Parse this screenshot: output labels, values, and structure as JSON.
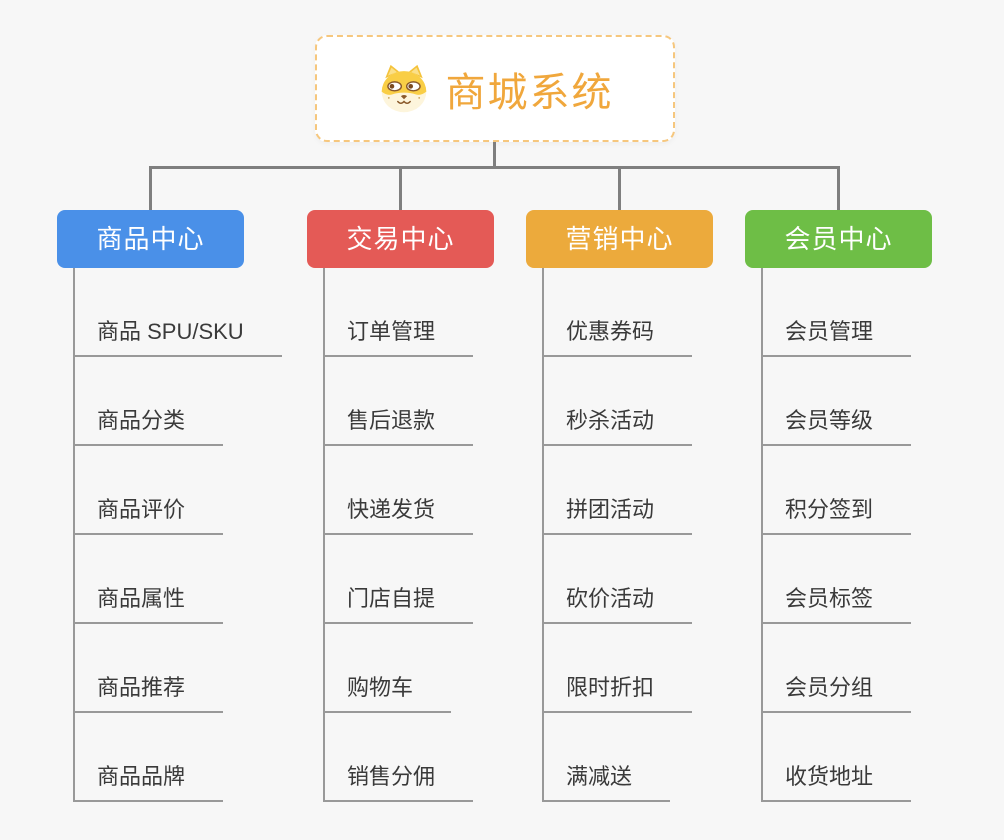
{
  "root": {
    "title": "商城系统",
    "icon": "shiba-dog-icon"
  },
  "branches": [
    {
      "label": "商品中心",
      "color": "#4A90E8",
      "items": [
        "商品 SPU/SKU",
        "商品分类",
        "商品评价",
        "商品属性",
        "商品推荐",
        "商品品牌"
      ]
    },
    {
      "label": "交易中心",
      "color": "#E45A56",
      "items": [
        "订单管理",
        "售后退款",
        "快递发货",
        "门店自提",
        "购物车",
        "销售分佣"
      ]
    },
    {
      "label": "营销中心",
      "color": "#ECAA3C",
      "items": [
        "优惠券码",
        "秒杀活动",
        "拼团活动",
        "砍价活动",
        "限时折扣",
        "满减送"
      ]
    },
    {
      "label": "会员中心",
      "color": "#6EBE46",
      "items": [
        "会员管理",
        "会员等级",
        "积分签到",
        "会员标签",
        "会员分组",
        "收货地址"
      ]
    }
  ],
  "colors": {
    "canvas_bg": "#F7F7F7",
    "root_text": "#F0A73C",
    "root_border": "#F6C77E",
    "connector": "#7F7F7F",
    "underline": "#999999",
    "item_text": "#3A3A3A",
    "branch_blue": "#4A90E8",
    "branch_red": "#E45A56",
    "branch_orange": "#ECAA3C",
    "branch_green": "#6EBE46"
  }
}
